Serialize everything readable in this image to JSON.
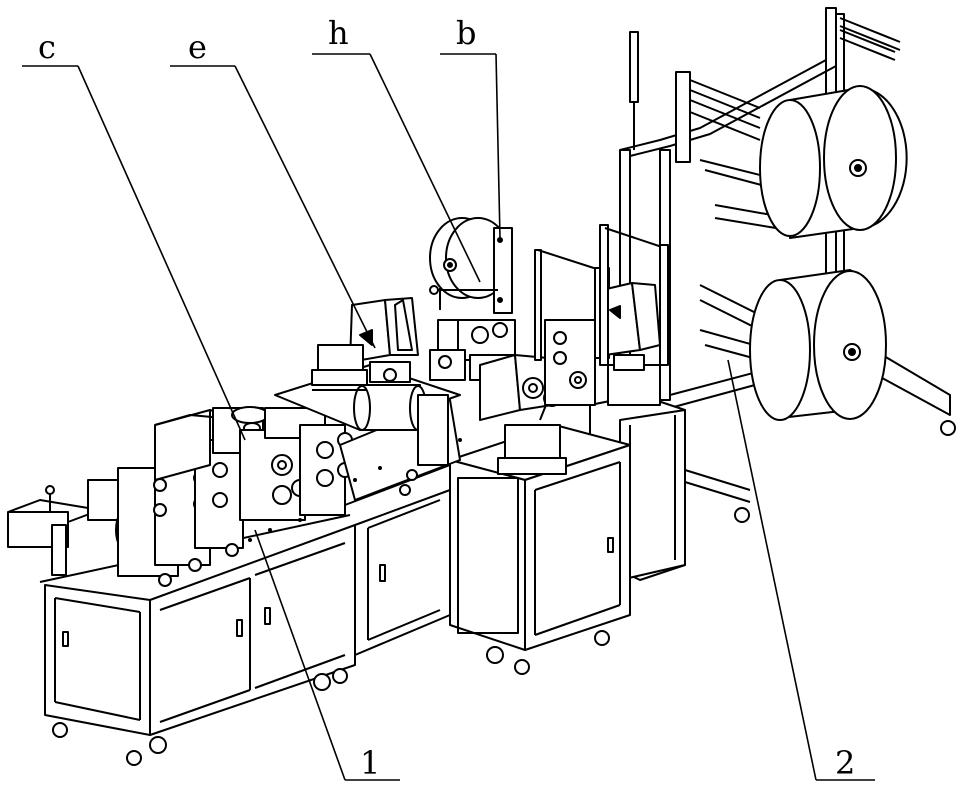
{
  "figure": {
    "labels": {
      "c": "c",
      "e": "e",
      "h": "h",
      "b": "b",
      "one": "1",
      "two": "2"
    },
    "line_color": "#000000",
    "background": "#ffffff"
  }
}
